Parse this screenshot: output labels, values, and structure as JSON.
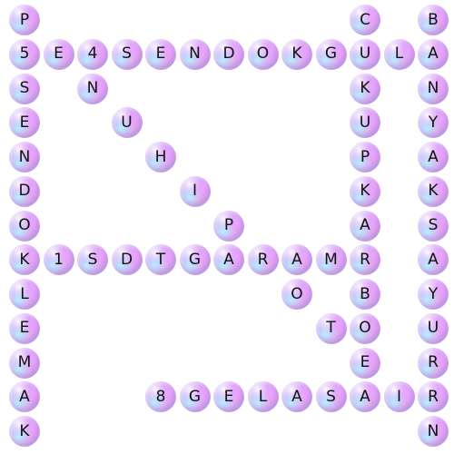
{
  "grid_cells": [
    {
      "row": 0,
      "col": 0,
      "char": "P"
    },
    {
      "row": 0,
      "col": 10,
      "char": "C"
    },
    {
      "row": 0,
      "col": 12,
      "char": "B"
    },
    {
      "row": 1,
      "col": 0,
      "char": "5"
    },
    {
      "row": 1,
      "col": 1,
      "char": "E"
    },
    {
      "row": 1,
      "col": 2,
      "char": "4"
    },
    {
      "row": 1,
      "col": 3,
      "char": "S"
    },
    {
      "row": 1,
      "col": 4,
      "char": "E"
    },
    {
      "row": 1,
      "col": 5,
      "char": "N"
    },
    {
      "row": 1,
      "col": 6,
      "char": "D"
    },
    {
      "row": 1,
      "col": 7,
      "char": "O"
    },
    {
      "row": 1,
      "col": 8,
      "char": "K"
    },
    {
      "row": 1,
      "col": 9,
      "char": "G"
    },
    {
      "row": 1,
      "col": 10,
      "char": "U"
    },
    {
      "row": 1,
      "col": 11,
      "char": "L"
    },
    {
      "row": 1,
      "col": 12,
      "char": "A"
    },
    {
      "row": 2,
      "col": 0,
      "char": "S"
    },
    {
      "row": 2,
      "col": 2,
      "char": "N"
    },
    {
      "row": 2,
      "col": 10,
      "char": "K"
    },
    {
      "row": 2,
      "col": 12,
      "char": "N"
    },
    {
      "row": 3,
      "col": 0,
      "char": "E"
    },
    {
      "row": 3,
      "col": 3,
      "char": "U"
    },
    {
      "row": 3,
      "col": 10,
      "char": "U"
    },
    {
      "row": 3,
      "col": 12,
      "char": "Y"
    },
    {
      "row": 4,
      "col": 0,
      "char": "N"
    },
    {
      "row": 4,
      "col": 4,
      "char": "H"
    },
    {
      "row": 4,
      "col": 10,
      "char": "P"
    },
    {
      "row": 4,
      "col": 12,
      "char": "A"
    },
    {
      "row": 5,
      "col": 0,
      "char": "D"
    },
    {
      "row": 5,
      "col": 5,
      "char": "I"
    },
    {
      "row": 5,
      "col": 10,
      "char": "K"
    },
    {
      "row": 5,
      "col": 12,
      "char": "K"
    },
    {
      "row": 6,
      "col": 0,
      "char": "O"
    },
    {
      "row": 6,
      "col": 6,
      "char": "P"
    },
    {
      "row": 6,
      "col": 10,
      "char": "A"
    },
    {
      "row": 6,
      "col": 12,
      "char": "S"
    },
    {
      "row": 7,
      "col": 0,
      "char": "K"
    },
    {
      "row": 7,
      "col": 1,
      "char": "1"
    },
    {
      "row": 7,
      "col": 2,
      "char": "S"
    },
    {
      "row": 7,
      "col": 3,
      "char": "D"
    },
    {
      "row": 7,
      "col": 4,
      "char": "T"
    },
    {
      "row": 7,
      "col": 5,
      "char": "G"
    },
    {
      "row": 7,
      "col": 6,
      "char": "A"
    },
    {
      "row": 7,
      "col": 7,
      "char": "R"
    },
    {
      "row": 7,
      "col": 8,
      "char": "A"
    },
    {
      "row": 7,
      "col": 9,
      "char": "M"
    },
    {
      "row": 7,
      "col": 10,
      "char": "R"
    },
    {
      "row": 7,
      "col": 12,
      "char": "A"
    },
    {
      "row": 8,
      "col": 0,
      "char": "L"
    },
    {
      "row": 8,
      "col": 8,
      "char": "O"
    },
    {
      "row": 8,
      "col": 10,
      "char": "B"
    },
    {
      "row": 8,
      "col": 12,
      "char": "Y"
    },
    {
      "row": 9,
      "col": 0,
      "char": "E"
    },
    {
      "row": 9,
      "col": 9,
      "char": "T"
    },
    {
      "row": 9,
      "col": 10,
      "char": "O"
    },
    {
      "row": 9,
      "col": 12,
      "char": "U"
    },
    {
      "row": 10,
      "col": 0,
      "char": "M"
    },
    {
      "row": 10,
      "col": 10,
      "char": "E"
    },
    {
      "row": 10,
      "col": 12,
      "char": "R"
    },
    {
      "row": 11,
      "col": 0,
      "char": "A"
    },
    {
      "row": 11,
      "col": 4,
      "char": "8"
    },
    {
      "row": 11,
      "col": 5,
      "char": "G"
    },
    {
      "row": 11,
      "col": 6,
      "char": "E"
    },
    {
      "row": 11,
      "col": 7,
      "char": "L"
    },
    {
      "row": 11,
      "col": 8,
      "char": "A"
    },
    {
      "row": 11,
      "col": 9,
      "char": "S"
    },
    {
      "row": 11,
      "col": 10,
      "char": "A"
    },
    {
      "row": 11,
      "col": 11,
      "char": "I"
    },
    {
      "row": 11,
      "col": 12,
      "char": "R"
    },
    {
      "row": 12,
      "col": 0,
      "char": "K"
    },
    {
      "row": 12,
      "col": 12,
      "char": "N"
    }
  ]
}
